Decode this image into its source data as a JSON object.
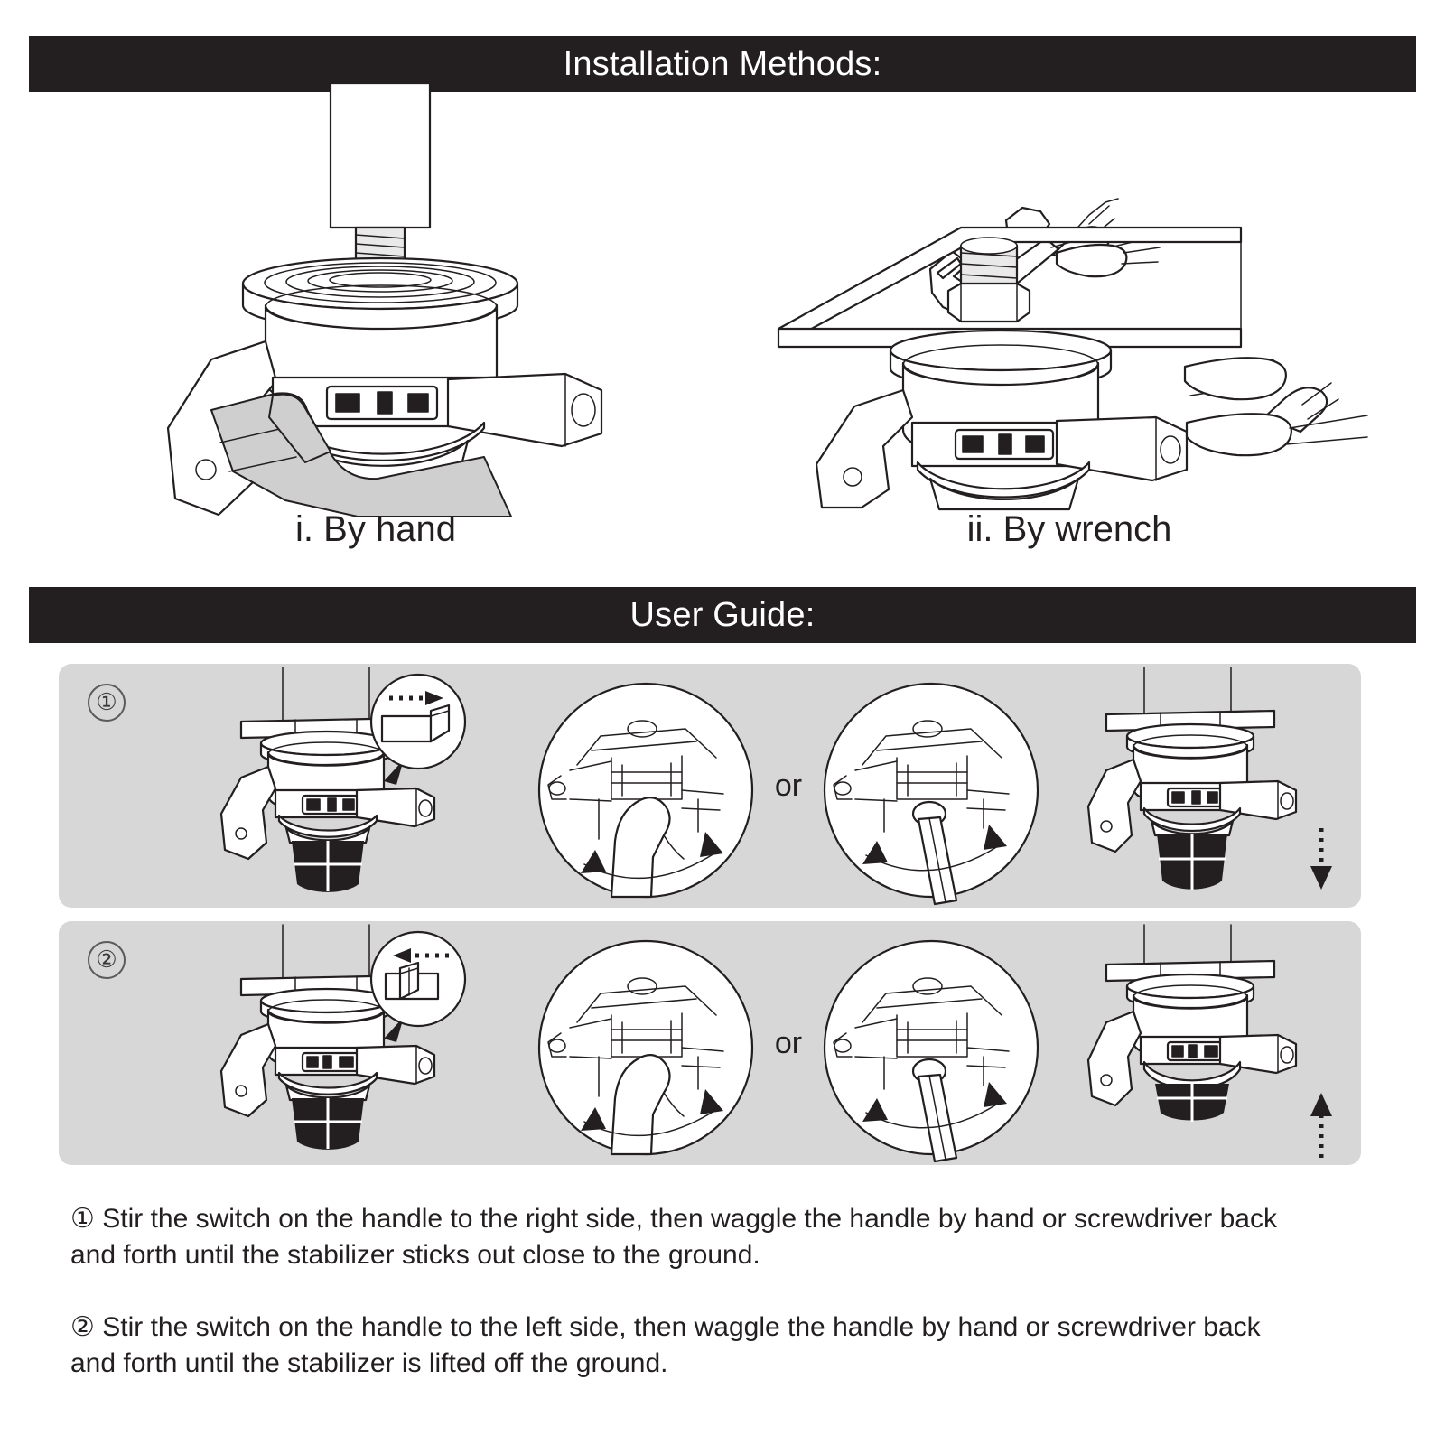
{
  "document": {
    "type": "instruction-sheet",
    "product": "leveling caster / stabilizer caster"
  },
  "sections": {
    "installation": {
      "bar_title": "Installation Methods:",
      "methods": [
        {
          "caption": "i. By hand",
          "icon": "hand-install-illustration"
        },
        {
          "caption": "ii. By wrench",
          "icon": "wrench-install-illustration"
        }
      ]
    },
    "user_guide": {
      "bar_title": "User Guide:",
      "or_label": "or",
      "steps": [
        {
          "badge": "①",
          "switch_direction": "right",
          "switch_arrow_icon": "arrow-right-icon",
          "detail_left_icon": "hand-waggle-detail-icon",
          "detail_right_icon": "screwdriver-waggle-detail-icon",
          "result_icon": "stabilizer-extended-icon",
          "result_arrow_icon": "arrow-down-icon"
        },
        {
          "badge": "②",
          "switch_direction": "left",
          "switch_arrow_icon": "arrow-left-icon",
          "detail_left_icon": "hand-waggle-detail-icon",
          "detail_right_icon": "screwdriver-waggle-detail-icon",
          "result_icon": "stabilizer-retracted-icon",
          "result_arrow_icon": "arrow-up-icon"
        }
      ]
    }
  },
  "notes": [
    "① Stir the switch on the handle to the right side, then waggle the handle by hand or screwdriver back and forth until the stabilizer sticks out close to the ground.",
    "② Stir the switch on the handle to the left side, then waggle the handle by hand or screwdriver back and forth until the stabilizer is lifted off the ground."
  ],
  "colors": {
    "bar_background": "#231f20",
    "bar_text": "#ffffff",
    "panel_background": "#d7d7d7",
    "page_background": "#ffffff",
    "ink": "#231f20"
  }
}
